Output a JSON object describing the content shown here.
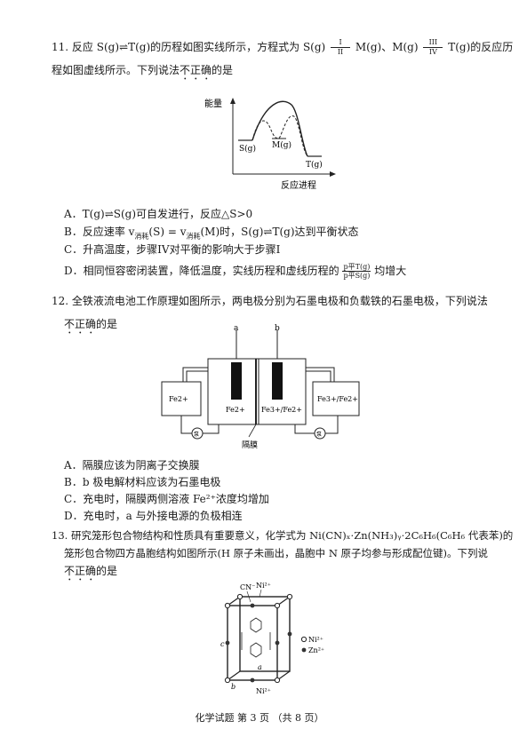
{
  "q11": {
    "num": "11.",
    "stem_line1_a": "反应 S(g)",
    "stem_line1_b": "T(g)的历程如图实线所示，方程式为 S(g)",
    "arrow1_top": "I",
    "arrow1_bot": "II",
    "stem_line1_c": "M(g)、M(g)",
    "arrow2_top": "III",
    "arrow2_bot": "IV",
    "stem_line1_d": "T(g)的反应历",
    "stem_line2_a": "程如图虚线所示。下列说法",
    "stem_line2_emph": "不正确",
    "stem_line2_b": "的是",
    "graph_ylabel": "能量",
    "graph_xlabel": "反应进程",
    "graph_S": "S(g)",
    "graph_M": "M(g)",
    "graph_T": "T(g)",
    "optA_a": "A．T(g)",
    "optA_b": "S(g)可自发进行，反应△S>0",
    "optB_a": "B．反应速率 v",
    "optB_sub1": "消耗",
    "optB_b": "(S) = v",
    "optB_sub2": "消耗",
    "optB_c": "(M)时，S(g)",
    "optB_d": "T(g)达到平衡状态",
    "optC": "C．升高温度，步骤IV对平衡的影响大于步骤I",
    "optD_a": "D．相同恒容密闭装置，降低温度，实线历程和虚线历程的",
    "optD_num": "p平T(g)",
    "optD_den": "p平S(g)",
    "optD_b": "均增大"
  },
  "q12": {
    "num": "12.",
    "stem_line1": "全铁液流电池工作原理如图所示，两电极分别为石墨电极和负载铁的石墨电极，下列说法",
    "stem_line2_emph": "不正确",
    "stem_line2_b": "的是",
    "label_a": "a",
    "label_b": "b",
    "tank_left": "Fe2+",
    "cell_left": "Fe2+",
    "cell_right": "Fe3+/Fe2+",
    "tank_right": "Fe3+/Fe2+",
    "pump": "泵",
    "membrane": "隔膜",
    "optA": "A．隔膜应该为阴离子交换膜",
    "optB": "B．b 极电解材料应该为石墨电极",
    "optC": "C．充电时，隔膜两侧溶液 Fe²⁺浓度均增加",
    "optD": "D．充电时，a 与外接电源的负极相连"
  },
  "q13": {
    "num": "13.",
    "stem_line1": "研究笼形包合物结构和性质具有重要意义，化学式为 Ni(CN)ₓ·Zn(NH₃)ᵧ·2C₆H₆(C₆H₆ 代表苯)的",
    "stem_line2": "笼形包合物四方晶胞结构如图所示(H 原子未画出，晶胞中 N 原子均参与形成配位键)。下列说",
    "stem_line3_emph": "不正确",
    "stem_line3_b": "的是",
    "label_cn": "CN⁻",
    "label_ni_top": "Ni²⁺",
    "label_ni_bot": "Ni²⁺",
    "legend_ni": "Ni²⁺",
    "legend_zn": "Zn²⁺",
    "label_c": "c",
    "label_a": "a",
    "label_b": "b"
  },
  "footer": "化学试题  第 3 页  （共 8 页）"
}
